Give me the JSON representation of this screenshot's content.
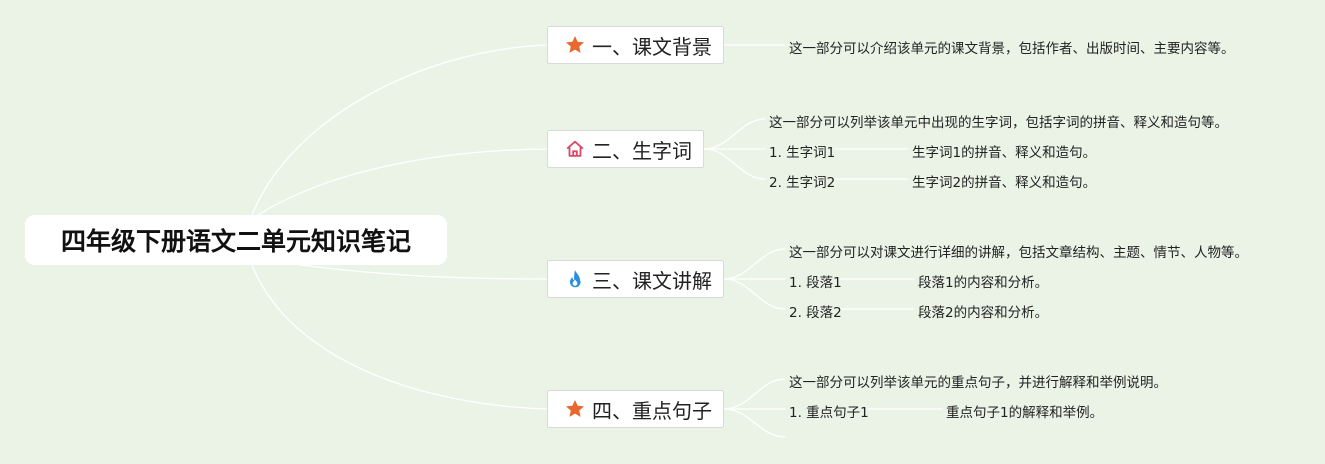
{
  "root": {
    "title": "四年级下册语文二单元知识笔记"
  },
  "topics": [
    {
      "icon": "star-icon",
      "label": "一、课文背景",
      "desc": "这一部分可以介绍该单元的课文背景，包括作者、出版时间、主要内容等。",
      "items": []
    },
    {
      "icon": "home-icon",
      "label": "二、生字词",
      "desc": "这一部分可以列举该单元中出现的生字词，包括字词的拼音、释义和造句等。",
      "items": [
        {
          "label": "1. 生字词1",
          "detail": "生字词1的拼音、释义和造句。"
        },
        {
          "label": "2. 生字词2",
          "detail": "生字词2的拼音、释义和造句。"
        }
      ]
    },
    {
      "icon": "fire-icon",
      "label": "三、课文讲解",
      "desc": "这一部分可以对课文进行详细的讲解，包括文章结构、主题、情节、人物等。",
      "items": [
        {
          "label": "1. 段落1",
          "detail": "段落1的内容和分析。"
        },
        {
          "label": "2. 段落2",
          "detail": "段落2的内容和分析。"
        }
      ]
    },
    {
      "icon": "star-icon",
      "label": "四、重点句子",
      "desc": "这一部分可以列举该单元的重点句子，并进行解释和举例说明。",
      "items": [
        {
          "label": "1. 重点句子1",
          "detail": "重点句子1的解释和举例。"
        }
      ]
    }
  ],
  "colors": {
    "background": "#eaf3e6",
    "star": "#e8682f",
    "home": "#d94a6a",
    "fire": "#2a8ee0",
    "connector": "#ffffff"
  }
}
